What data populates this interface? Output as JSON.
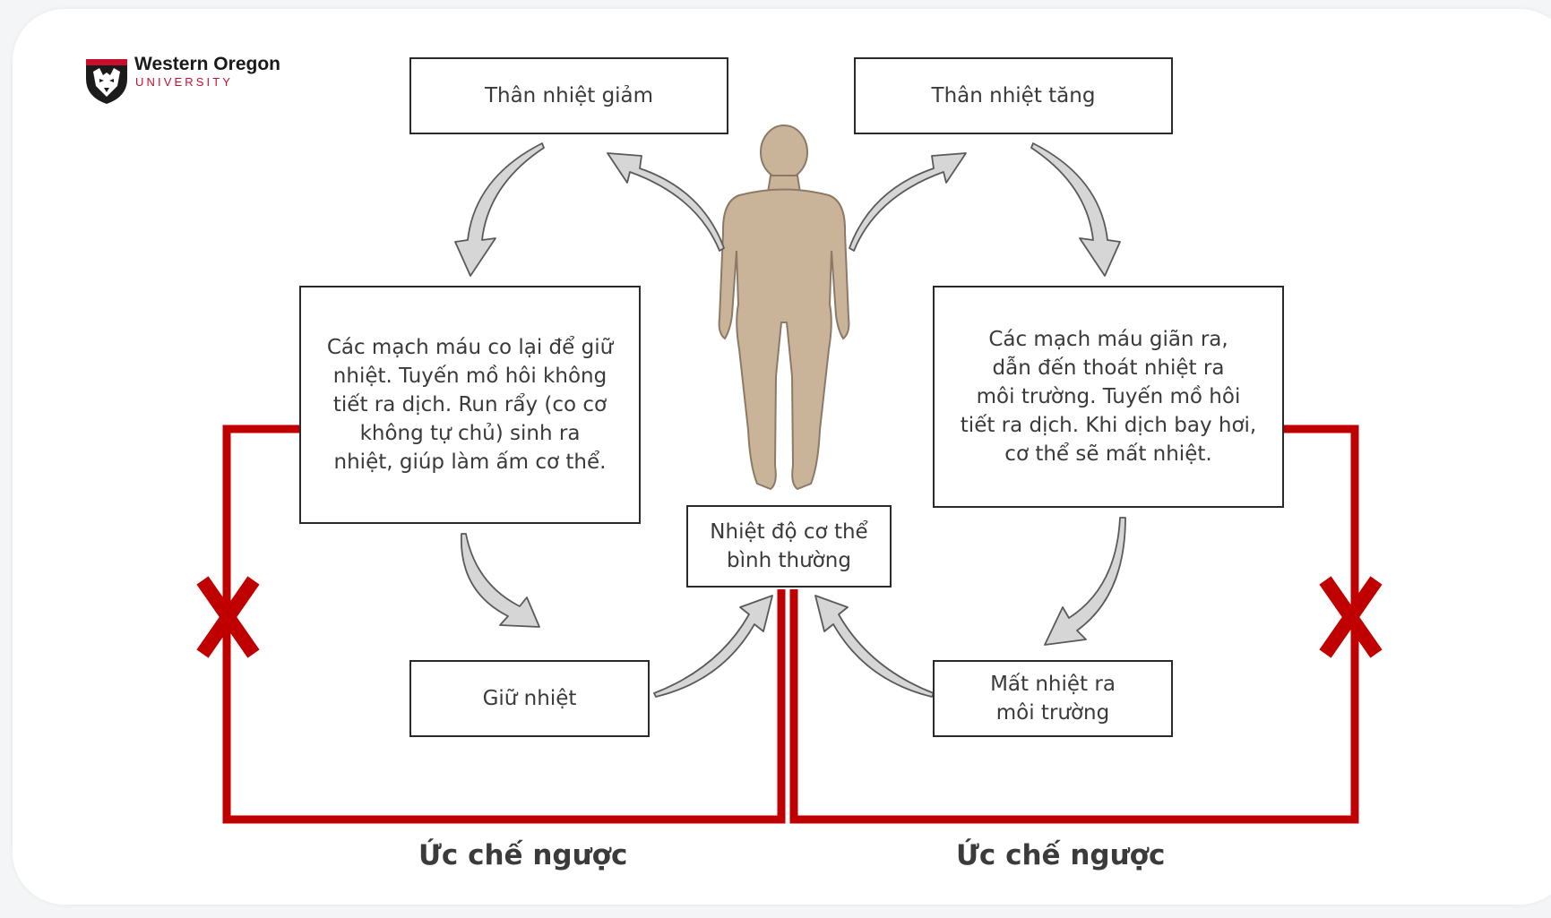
{
  "logo": {
    "title": "Western Oregon",
    "subtitle": "UNIVERSITY",
    "badge_icon": "wolf-head-icon"
  },
  "boxes": {
    "temp_decrease": "Thân nhiệt giảm",
    "temp_increase": "Thân nhiệt tăng",
    "left_response": "Các mạch máu co lại để giữ\nnhiệt. Tuyến mồ hôi không\ntiết ra dịch. Run rẩy (co cơ\nkhông tự chủ) sinh ra\nnhiệt, giúp làm ấm cơ thể.",
    "right_response": "Các mạch máu giãn ra,\ndẫn đến thoát nhiệt ra\nmôi trường. Tuyến mồ hôi\ntiết ra dịch. Khi dịch bay hơi,\ncơ thể sẽ mất nhiệt.",
    "normal_temp": "Nhiệt độ cơ thể\nbình thường",
    "retain_heat": "Giữ nhiệt",
    "lose_heat": "Mất nhiệt ra\nmôi trường"
  },
  "labels": {
    "left_feedback": "Ức chế ngược",
    "right_feedback": "Ức chế ngược"
  },
  "marks": {
    "left_x": "X",
    "right_x": "X"
  },
  "colors": {
    "feedback_red": "#c00000",
    "arrow_fill": "#d6d6d6",
    "body_fill": "#c9b49a",
    "box_border": "#2a2a2a"
  }
}
